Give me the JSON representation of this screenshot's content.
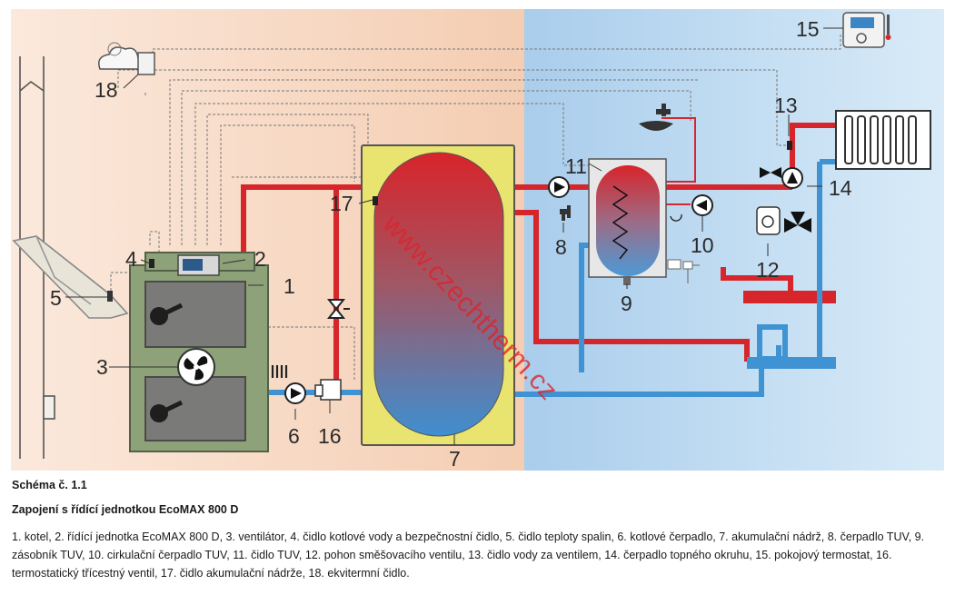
{
  "diagram": {
    "labels": {
      "n1": "1",
      "n2": "2",
      "n3": "3",
      "n4": "4",
      "n5": "5",
      "n6": "6",
      "n7": "7",
      "n8": "8",
      "n9": "9",
      "n10": "10",
      "n11": "11",
      "n12": "12",
      "n13": "13",
      "n14": "14",
      "n15": "15",
      "n16": "16",
      "n17": "17",
      "n18": "18"
    },
    "watermark": "www.czechtherm.cz",
    "colors": {
      "warm_bg": "#f8dcc6",
      "cool_bg": "#b8d8f2",
      "hot_pipe": "#d6252b",
      "cold_pipe": "#3f93d3",
      "boiler": "#8ea279",
      "tank_jacket": "#e9e36f"
    }
  },
  "caption": {
    "scheme": "Schéma č. 1.1",
    "title": "Zapojení s řídící jednotkou EcoMAX 800 D",
    "legend": "1. kotel, 2. řídící jednotka EcoMAX 800 D, 3. ventilátor, 4. čidlo kotlové vody a bezpečnostní čidlo, 5. čidlo teploty spalin, 6. kotlové čerpadlo, 7. akumulační nádrž, 8. čerpadlo TUV, 9. zásobník TUV, 10. cirkulační čerpadlo TUV, 11. čidlo TUV, 12. pohon směšovacího ventilu, 13. čidlo vody za ventilem, 14. čerpadlo topného okruhu, 15. pokojový termostat, 16. termostatický třícestný ventil, 17. čidlo akumulační nádrže, 18. ekvitermní čidlo."
  }
}
